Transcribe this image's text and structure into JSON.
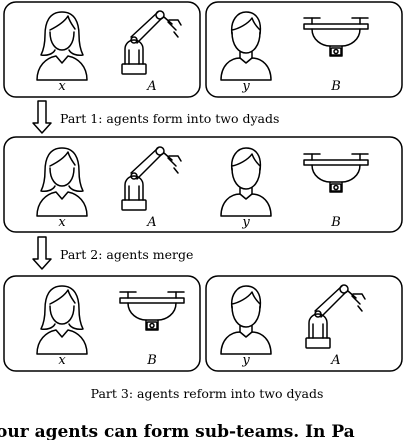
{
  "labels": {
    "x": "x",
    "y": "y",
    "A": "A",
    "B": "B"
  },
  "captions": {
    "part1": "Part 1: agents form into two dyads",
    "part2": "Part 2: agents merge",
    "part3": "Part 3: agents reform into two dyads"
  },
  "bottom_text": "our agents can form sub-teams. In Pa"
}
